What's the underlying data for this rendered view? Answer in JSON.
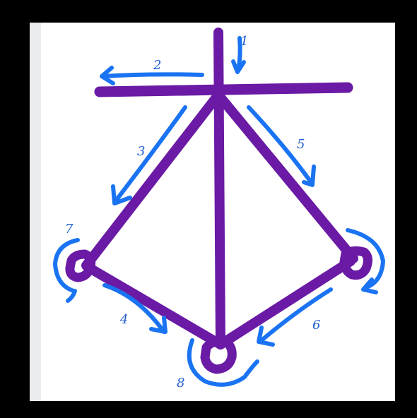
{
  "colors": {
    "page": "#ffffff",
    "frame": "#000000",
    "panel_edge": "#e9ebee",
    "stroke": "#6a1aa5",
    "arrow": "#1a73f2",
    "label": "#1f5fd0"
  },
  "steps": {
    "s1": "1",
    "s2": "2",
    "s3": "3",
    "s4": "4",
    "s5": "5",
    "s6": "6",
    "s7": "7",
    "s8": "8"
  }
}
